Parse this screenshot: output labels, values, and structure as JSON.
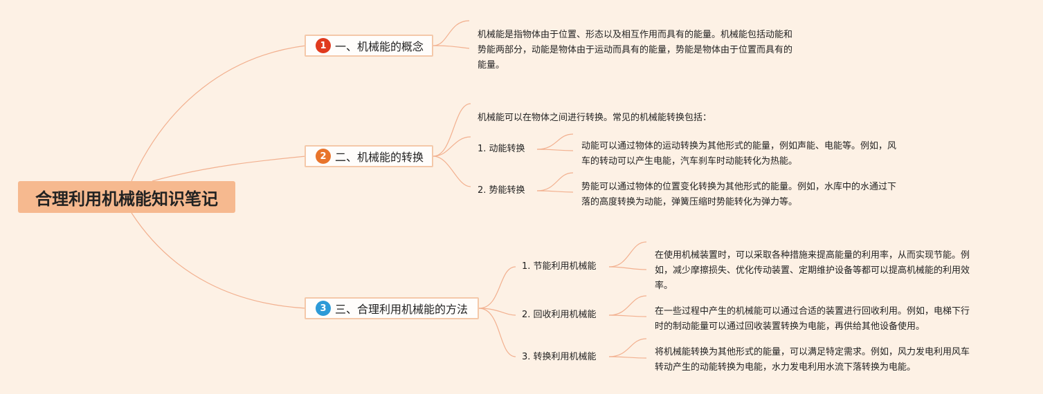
{
  "colors": {
    "background": "#fdf1e5",
    "root_fill": "#f6b98f",
    "line": "#f2b08f",
    "badge1": "#e03a1e",
    "badge2": "#e8742b",
    "badge3": "#2d9ad7"
  },
  "root": {
    "title": "合理利用机械能知识笔记"
  },
  "branches": [
    {
      "number": "1",
      "label": "一、机械能的概念",
      "text": [
        "机械能是指物体由于位置、形态以及相互作用而具有的能量。机械能包括动能和",
        "势能两部分，动能是物体由于运动而具有的能量，势能是物体由于位置而具有的",
        "能量。"
      ]
    },
    {
      "number": "2",
      "label": "二、机械能的转换",
      "intro": "机械能可以在物体之间进行转换。常见的机械能转换包括：",
      "subs": [
        {
          "label": "1. 动能转换",
          "text": [
            "动能可以通过物体的运动转换为其他形式的能量，例如声能、电能等。例如，风",
            "车的转动可以产生电能，汽车刹车时动能转化为热能。"
          ]
        },
        {
          "label": "2. 势能转换",
          "text": [
            "势能可以通过物体的位置变化转换为其他形式的能量。例如，水库中的水通过下",
            "落的高度转换为动能，弹簧压缩时势能转化为弹力等。"
          ]
        }
      ]
    },
    {
      "number": "3",
      "label": "三、合理利用机械能的方法",
      "subs": [
        {
          "label": "1. 节能利用机械能",
          "text": [
            "在使用机械装置时，可以采取各种措施来提高能量的利用率，从而实现节能。例",
            "如，减少摩擦损失、优化传动装置、定期维护设备等都可以提高机械能的利用效",
            "率。"
          ]
        },
        {
          "label": "2. 回收利用机械能",
          "text": [
            "在一些过程中产生的机械能可以通过合适的装置进行回收利用。例如，电梯下行",
            "时的制动能量可以通过回收装置转换为电能，再供给其他设备使用。"
          ]
        },
        {
          "label": "3. 转换利用机械能",
          "text": [
            "将机械能转换为其他形式的能量，可以满足特定需求。例如，风力发电利用风车",
            "转动产生的动能转换为电能，水力发电利用水流下落转换为电能。"
          ]
        }
      ]
    }
  ]
}
